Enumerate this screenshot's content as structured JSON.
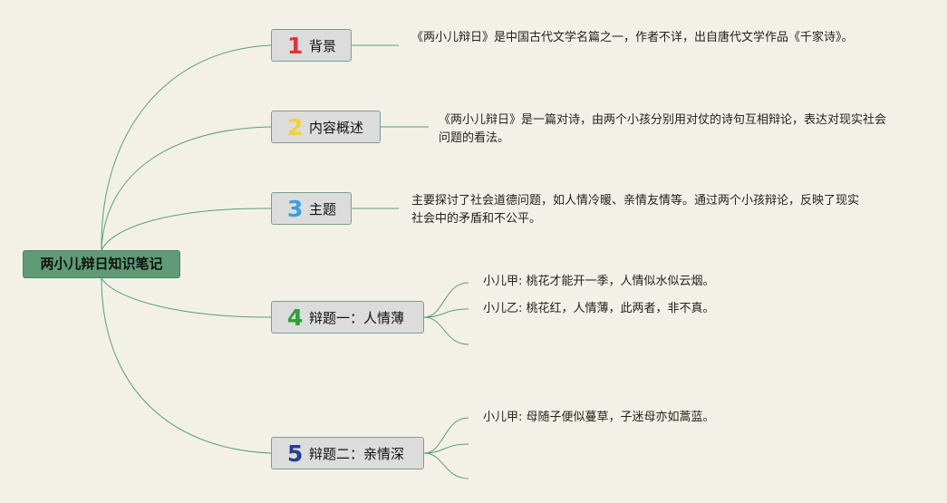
{
  "root": {
    "title": "两小儿辩日知识笔记"
  },
  "branches": [
    {
      "number": "1",
      "label": "背景",
      "color": "#e0313a"
    },
    {
      "number": "2",
      "label": "内容概述",
      "color": "#f3d130"
    },
    {
      "number": "3",
      "label": "主题",
      "color": "#3a9ee3"
    },
    {
      "number": "4",
      "label": "辩题一：人情薄",
      "color": "#2f9e37"
    },
    {
      "number": "5",
      "label": "辩题二：亲情深",
      "color": "#243f8f"
    }
  ],
  "notes": {
    "background": "《两小儿辩日》是中国古代文学名篇之一，作者不详，出自唐代文学作品《千家诗》。",
    "summary": "《两小儿辩日》是一篇对诗，由两个小孩分别用对仗的诗句互相辩论，表达对现实社会问题的看法。",
    "theme": "主要探讨了社会道德问题，如人情冷暖、亲情友情等。通过两个小孩辩论，反映了现实社会中的矛盾和不公平。",
    "topic1_a": "小儿甲: 桃花才能开一季，人情似水似云烟。",
    "topic1_b": "小儿乙: 桃花红，人情薄，此两者，非不真。",
    "topic2_a": "小儿甲: 母随子便似蔓草，子迷母亦如蒿蓝。"
  }
}
